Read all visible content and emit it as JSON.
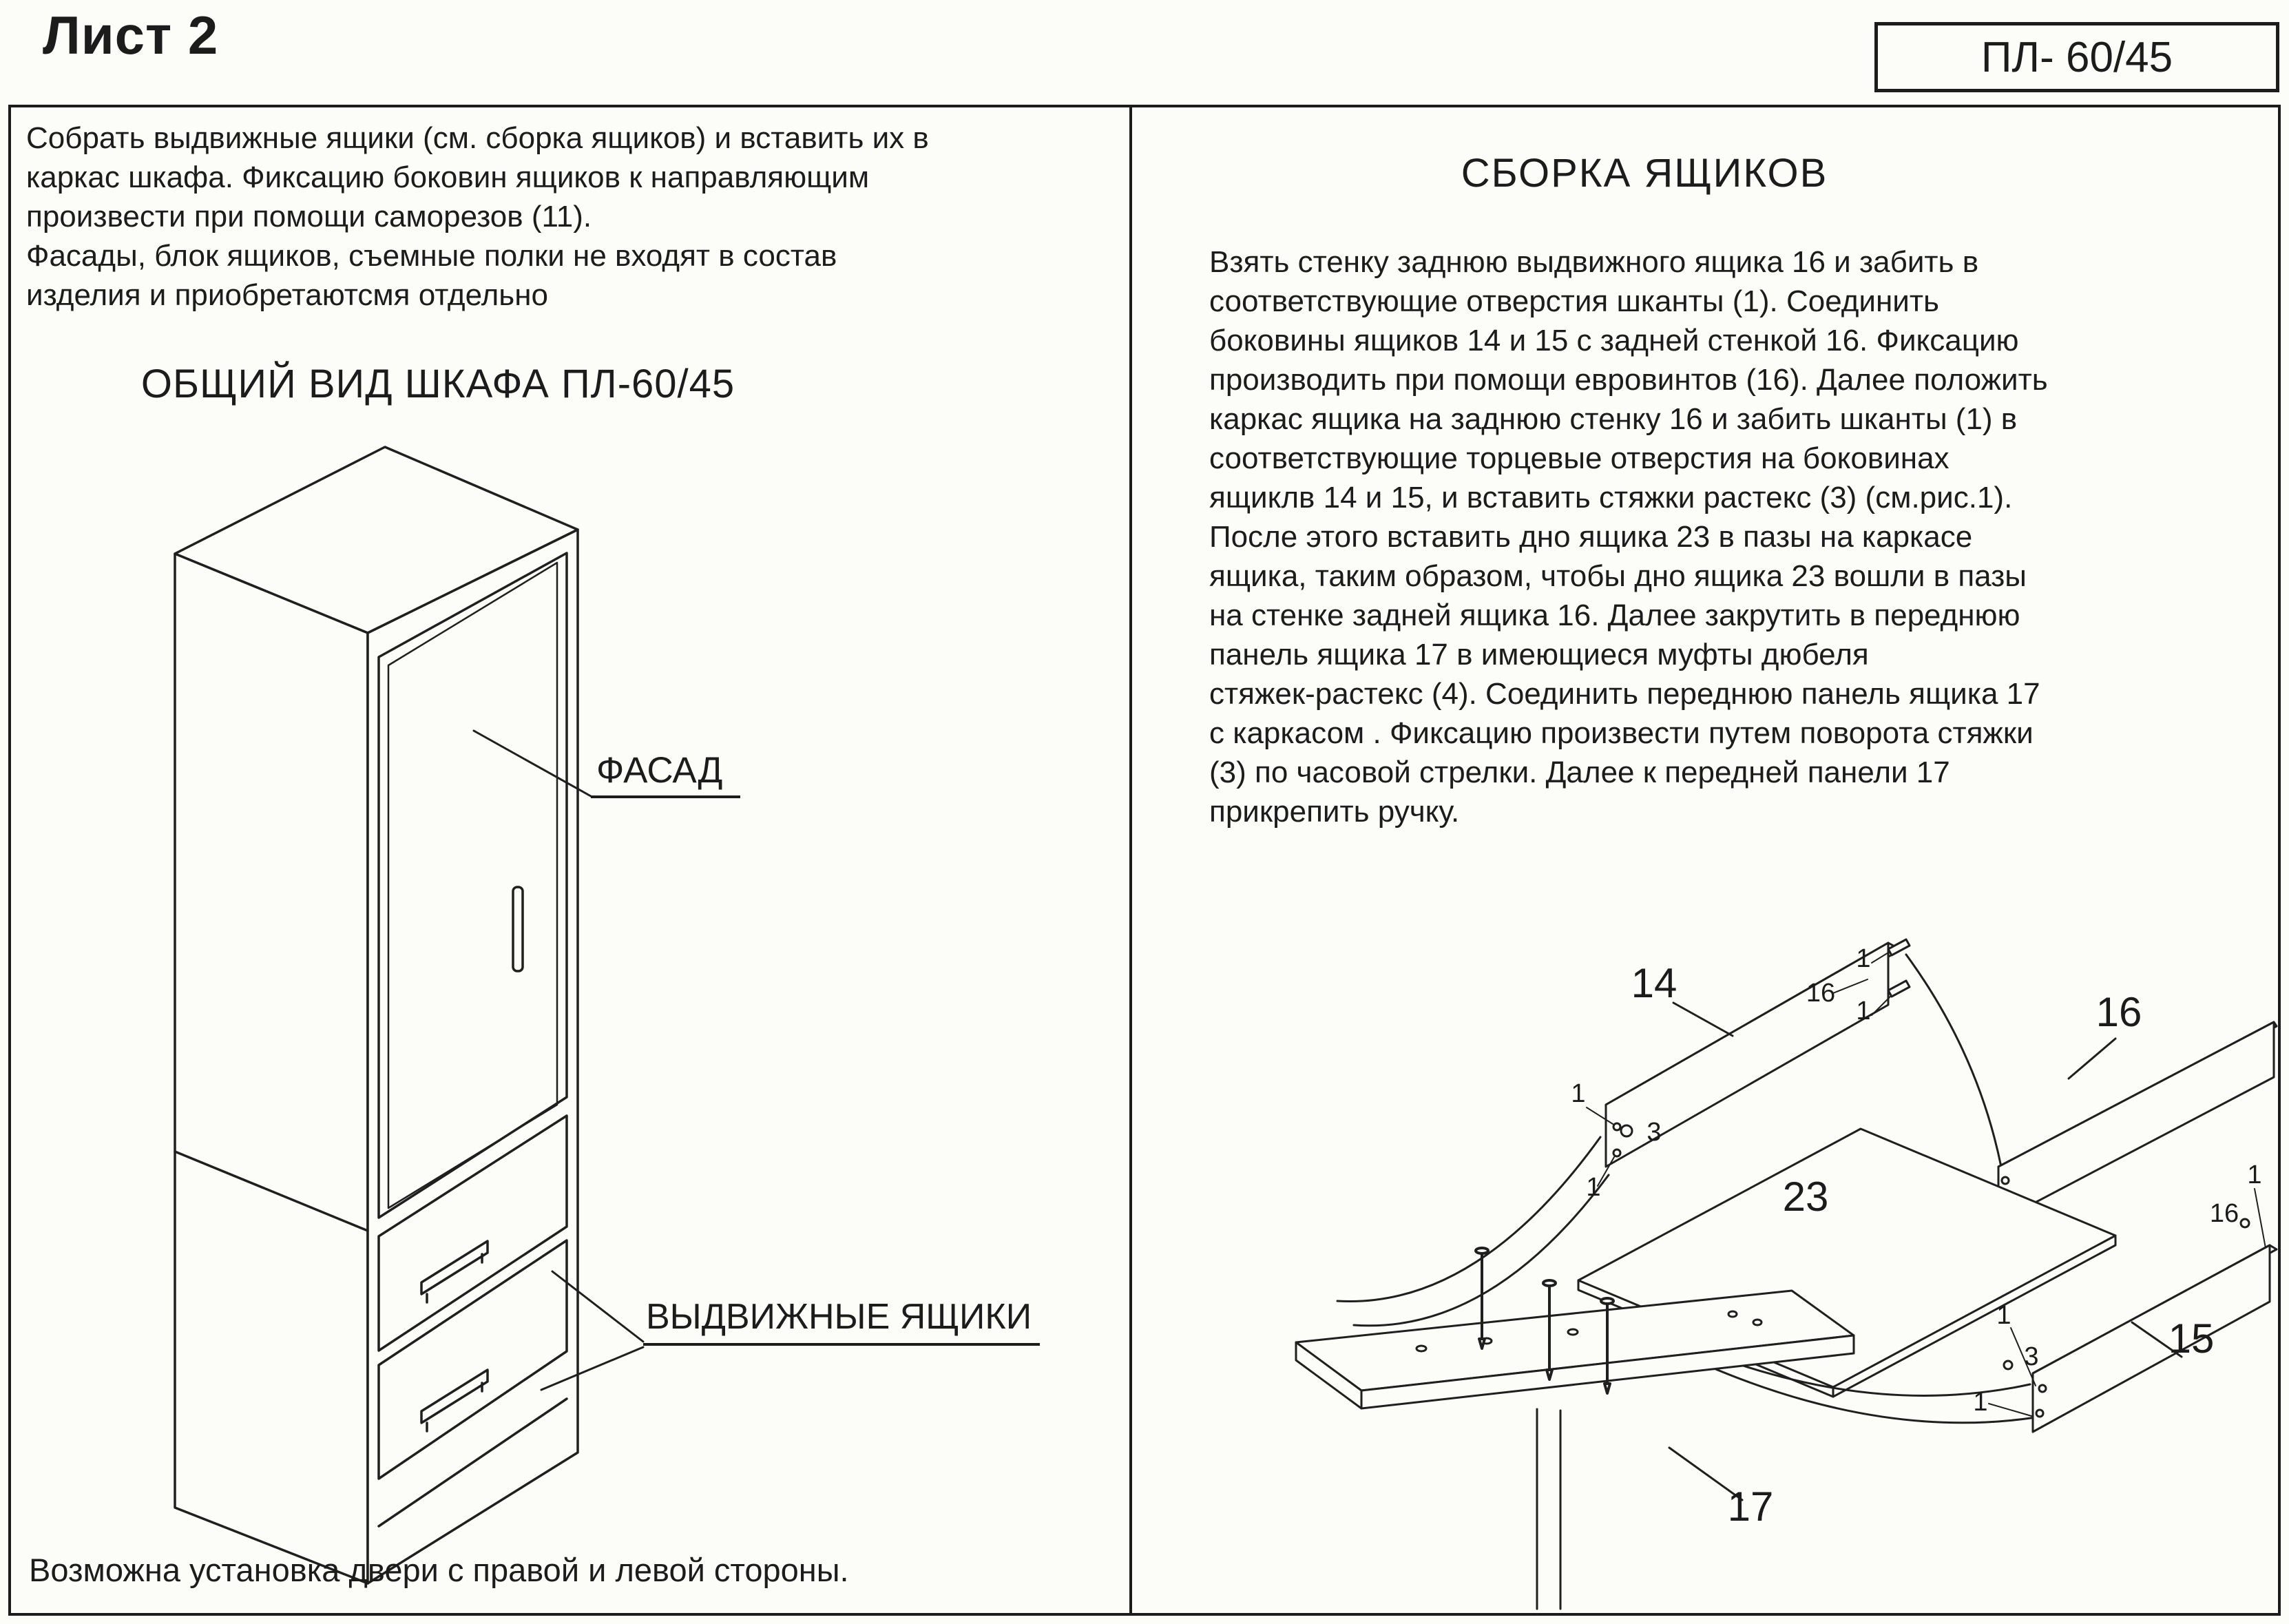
{
  "page": {
    "sheet_label": "Лист 2",
    "model_code": "ПЛ- 60/45",
    "ink_color": "#1c1c1c",
    "paper_color": "#fcfcf8"
  },
  "left_panel": {
    "intro_text": "Собрать выдвижные ящики (см. сборка ящиков) и вставить их в\nкаркас шкафа. Фиксацию боковин ящиков к направляющим\nпроизвести при помощи саморезов (11).\nФасады,  блок ящиков, съемные полки не входят в состав\nизделия и приобретаютсмя отдельно",
    "drawing_title": "ОБЩИЙ ВИД ШКАФА ПЛ-60/45",
    "label_facade": "ФАСАД",
    "label_drawers": "ВЫДВИЖНЫЕ ЯЩИКИ",
    "footer_note": "Возможна установка двери с правой и левой стороны."
  },
  "right_panel": {
    "title": "СБОРКА ЯЩИКОВ",
    "body": " Взять стенку заднюю выдвижного ящика 16  и забить  в\nсоответствующие отверстия шканты (1). Соединить\nбоковины ящиков 14 и 15 с задней стенкой 16. Фиксацию\nпроизводить при помощи евровинтов (16). Далее положить\nкаркас ящика на заднюю стенку 16  и забить шканты (1) в\nсоответствующие  торцевые отверстия на боковинах\nящиклв 14 и 15, и вставить стяжки растекс (3) (см.рис.1).\nПосле этого вставить дно ящика 23  в пазы на каркасе\nящика, таким образом, чтобы дно ящика 23  вошли в пазы\nна стенке задней ящика 16. Далее закрутить в переднюю\nпанель ящика 17 в имеющиеся муфты дюбеля\nстяжек-растекс (4). Соединить переднюю панель ящика 17\nс каркасом . Фиксацию произвести путем поворота стяжки\n(3) по часовой стрелки. Далее к передней панели 17\nприкрепить ручку.",
    "diagram_labels": {
      "part14": "14",
      "part15": "15",
      "part16": "16",
      "part17": "17",
      "part23": "23",
      "dowel_pin": "1",
      "rastex_tie": "3"
    }
  }
}
